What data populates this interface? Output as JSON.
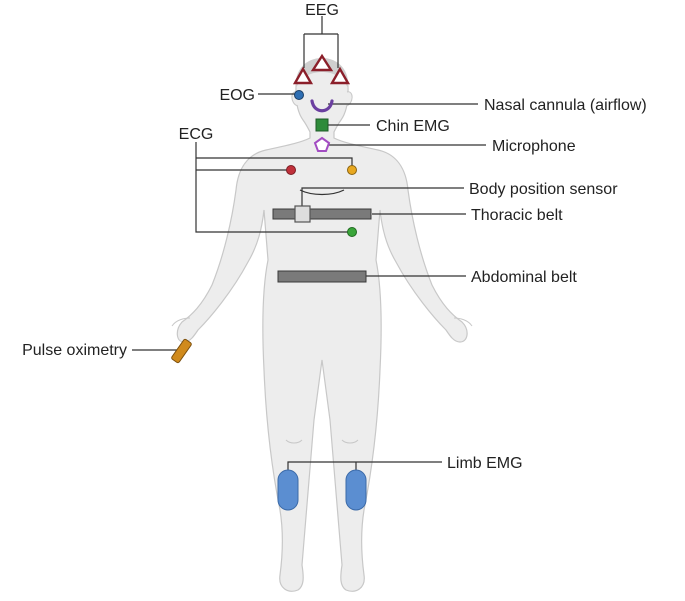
{
  "labels": {
    "eeg": "EEG",
    "eog": "EOG",
    "nasal_cannula": "Nasal cannula (airflow)",
    "chin_emg": "Chin EMG",
    "microphone": "Microphone",
    "ecg": "ECG",
    "body_position": "Body position sensor",
    "thoracic_belt": "Thoracic belt",
    "abdominal_belt": "Abdominal belt",
    "pulse_oximetry": "Pulse oximetry",
    "limb_emg": "Limb EMG"
  },
  "colors": {
    "body_fill": "#ededed",
    "body_stroke": "#c8c8c8",
    "hair": "#cfcfcf",
    "eeg_electrode": "#8b1f2a",
    "eog_electrode": "#2f6fb3",
    "nasal_cannula": "#6b3fa0",
    "chin_emg": "#2e8b3a",
    "microphone": "#a24cc2",
    "ecg_red": "#c0303a",
    "ecg_yellow": "#e8a820",
    "ecg_green": "#3aa53a",
    "belt": "#7a7a7a",
    "sensor": "#dddddd",
    "pulse_oximeter": "#d08a1c",
    "limb_emg": "#5b8ed1"
  }
}
